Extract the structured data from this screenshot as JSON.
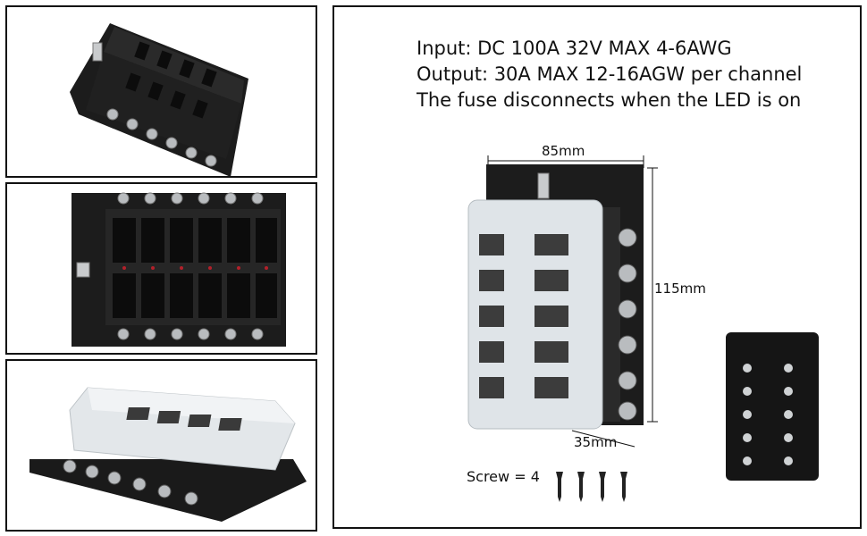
{
  "specs": {
    "input": "Input: DC 100A 32V MAX 4-6AWG",
    "output": "Output: 30A MAX 12-16AGW per channel",
    "note": "The fuse disconnects when the LED is on"
  },
  "dimensions": {
    "width": "85mm",
    "height": "115mm",
    "depth": "35mm"
  },
  "accessories": {
    "screw_label": "Screw = 4",
    "screw_count": 4
  },
  "colors": {
    "base": "#1c1c1c",
    "cover": "#dfe4e8",
    "terminal": "#b9bcbf",
    "led": "#b3202a",
    "border": "#111111"
  },
  "icons": [
    "fuse-block-photo",
    "screw-icon"
  ]
}
